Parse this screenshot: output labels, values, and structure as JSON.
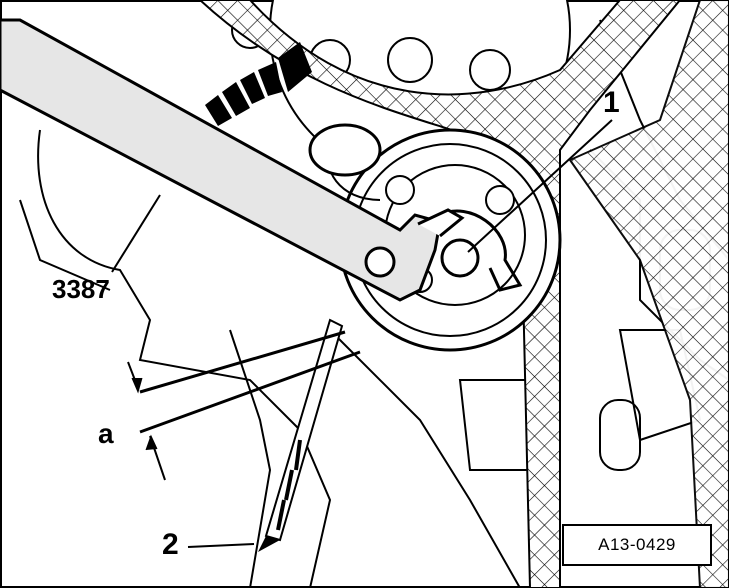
{
  "callouts": {
    "item_1": "1",
    "tool": "3387",
    "dimension": "a",
    "item_2": "2"
  },
  "figure_id": "A13-0429",
  "colors": {
    "line": "#000000",
    "background": "#ffffff",
    "belt_hatch": "#000000"
  },
  "icons": {
    "rotation_arrow": "rotation-direction-arrow-icon"
  }
}
